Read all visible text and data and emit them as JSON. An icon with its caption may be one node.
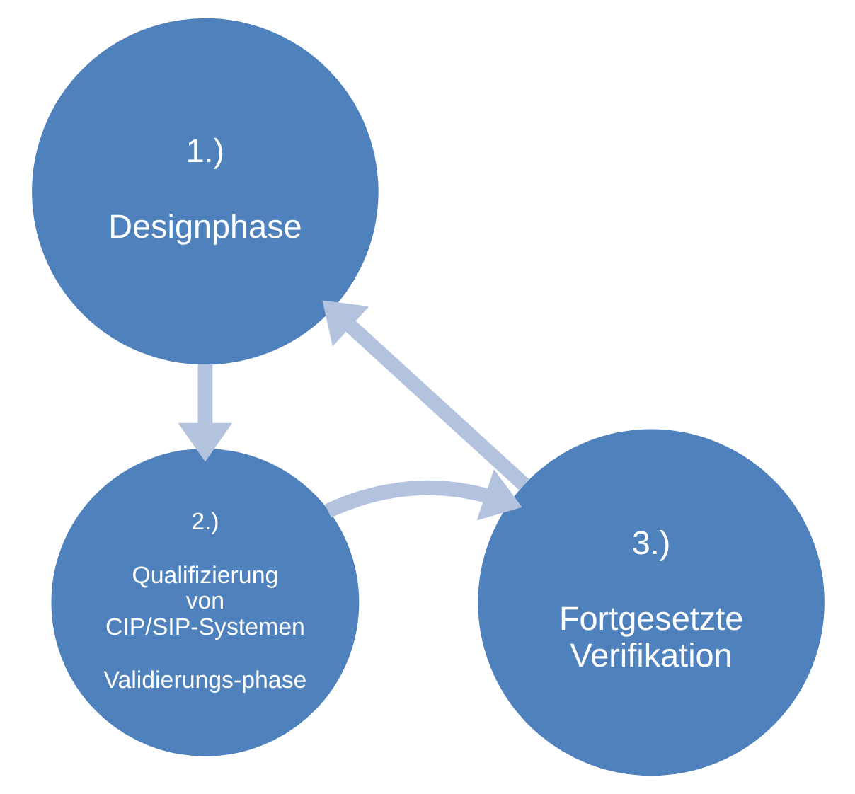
{
  "diagram": {
    "nodes": [
      {
        "text": [
          "1.)",
          "Designphase"
        ]
      },
      {
        "text": [
          "2.)",
          "Qualifizierung von CIP/SIP-Systemen",
          "Validierungs-phase"
        ]
      },
      {
        "text": [
          "3.)",
          "Fortgesetzte Verifikation"
        ]
      }
    ],
    "edges": [
      {
        "from": 0,
        "to": 1,
        "arrow": "to"
      },
      {
        "from": 1,
        "to": 2,
        "arrow": "to"
      },
      {
        "from": 2,
        "to": 0,
        "arrow": "to"
      }
    ]
  }
}
